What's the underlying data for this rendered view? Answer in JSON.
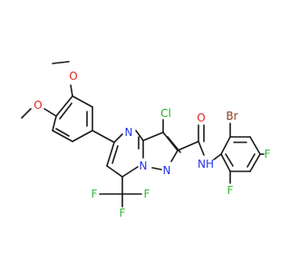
{
  "molecule": {
    "atom_labels": {
      "o_top": "O",
      "o_left": "O",
      "n_pyrimidine": "N",
      "n_bridge": "N",
      "n_pyrazole": "N",
      "cl": "Cl",
      "o_amide": "O",
      "nh": "NH",
      "br": "Br",
      "f_para": "F",
      "f_ortho": "F",
      "f_cf3_left": "F",
      "f_cf3_right": "F",
      "f_cf3_bottom": "F"
    },
    "colors": {
      "bond": "#1a1a1a",
      "oxygen": "#e3211c",
      "nitrogen": "#2233ee",
      "chlorine": "#1db31d",
      "bromine": "#8a3a1e",
      "fluorine": "#33bb33",
      "carbon": "#1a1a1a"
    }
  }
}
